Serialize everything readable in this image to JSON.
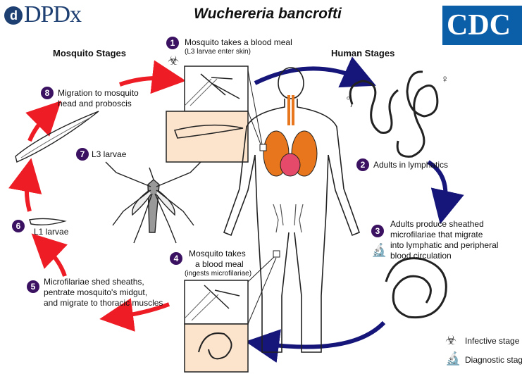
{
  "header": {
    "brand": "DPDx",
    "brand_logo_glyph": "d",
    "title": "Wuchereria bancrofti",
    "cdc_logo": "CDC"
  },
  "sections": {
    "mosquito_heading": "Mosquito Stages",
    "human_heading": "Human Stages"
  },
  "steps": [
    {
      "number": "1",
      "text": "Mosquito takes a blood meal",
      "subtext": "(L3 larvae enter skin)"
    },
    {
      "number": "2",
      "text": "Adults in lymphatics"
    },
    {
      "number": "3",
      "lines": [
        "Adults produce sheathed",
        "microfilariae that migrate",
        "into lymphatic and peripheral",
        "blood circulation"
      ]
    },
    {
      "number": "4",
      "lines": [
        "Mosquito takes",
        "a blood meal"
      ],
      "subtext": "(ingests microfilariae)"
    },
    {
      "number": "5",
      "lines": [
        "Microfilariae shed sheaths,",
        "pentrate mosquito's midgut,",
        "and migrate to thoracic muscles"
      ]
    },
    {
      "number": "6",
      "text": "L1 larvae"
    },
    {
      "number": "7",
      "text": "L3 larvae"
    },
    {
      "number": "8",
      "lines": [
        "Migration to mosquito",
        "head and proboscis"
      ]
    }
  ],
  "sex_symbols": {
    "male": "♂",
    "female": "♀"
  },
  "legend": {
    "infective_icon": "biohazard-icon",
    "infective": "Infective stage",
    "diagnostic_icon": "microscope-icon",
    "diagnostic": "Diagnostic stage"
  },
  "colors": {
    "human_arrow": "#16167a",
    "mosquito_arrow": "#ee1c25",
    "step_badge": "#3b1262",
    "inset_bg": "#fbe3cc",
    "organ": "#e8761c",
    "heart": "#e64a6b"
  }
}
